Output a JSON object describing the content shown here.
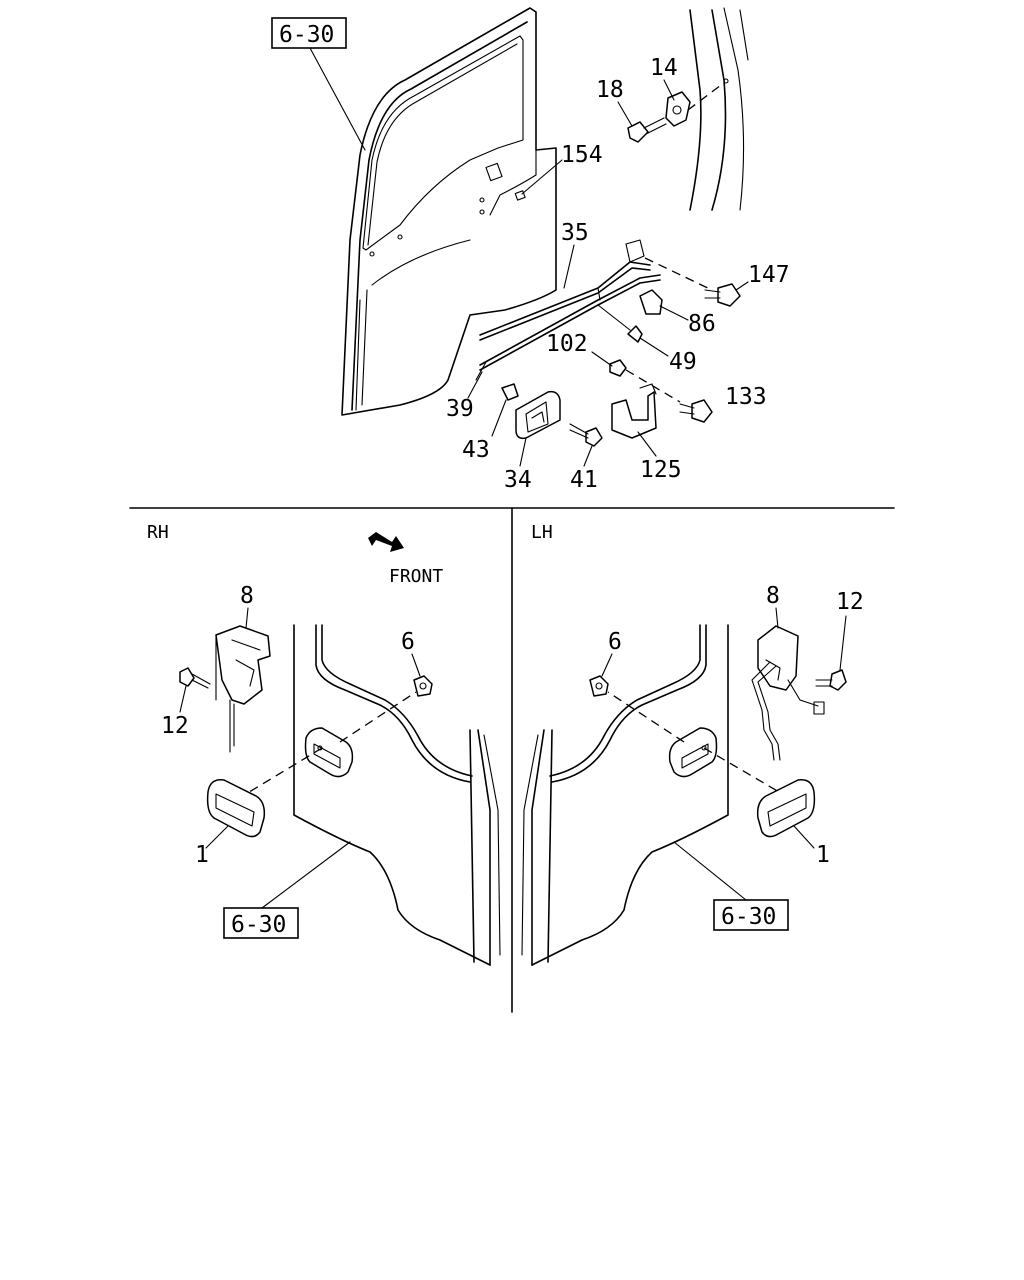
{
  "top": {
    "ref_label": "6-30",
    "callouts": {
      "p14": "14",
      "p18": "18",
      "p154": "154",
      "p35": "35",
      "p147": "147",
      "p86": "86",
      "p49": "49",
      "p102": "102",
      "p133": "133",
      "p39": "39",
      "p43": "43",
      "p34": "34",
      "p41": "41",
      "p125": "125"
    }
  },
  "rh": {
    "section_label": "RH",
    "front_label": "FRONT",
    "ref_label": "6-30",
    "callouts": {
      "p8": "8",
      "p12": "12",
      "p6": "6",
      "p1": "1"
    }
  },
  "lh": {
    "section_label": "LH",
    "ref_label": "6-30",
    "callouts": {
      "p8": "8",
      "p12": "12",
      "p6": "6",
      "p1": "1"
    }
  },
  "colors": {
    "line": "#000000",
    "background": "#ffffff"
  }
}
